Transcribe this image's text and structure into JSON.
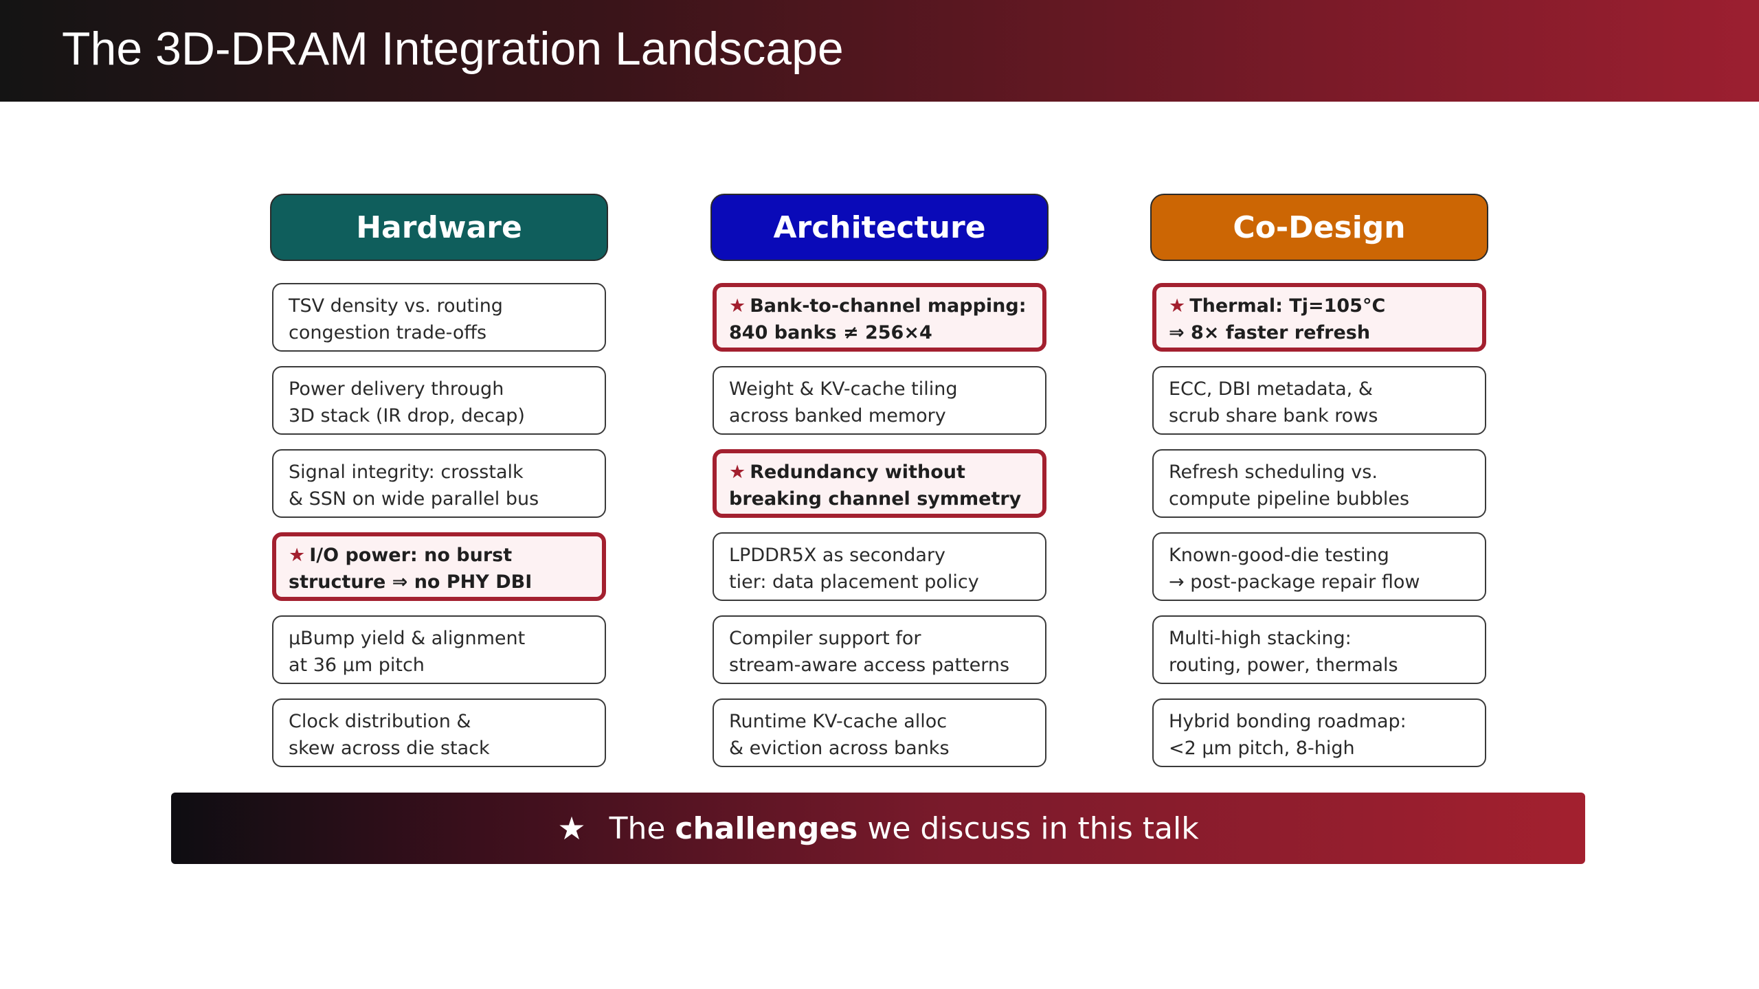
{
  "slide": {
    "title": "The 3D-DRAM Integration Landscape"
  },
  "colors": {
    "hardware": "#0f5e5c",
    "architecture": "#0a0ab8",
    "codesign": "#cc6604",
    "challenge_border": "#a3202f",
    "challenge_bg": "#fdf2f3"
  },
  "columns": [
    {
      "header": "Hardware",
      "items": [
        {
          "lines": [
            "TSV density vs. routing",
            "congestion trade-offs"
          ],
          "challenge": false
        },
        {
          "lines": [
            "Power delivery through",
            "3D stack (IR drop, decap)"
          ],
          "challenge": false
        },
        {
          "lines": [
            "Signal integrity: crosstalk",
            "& SSN on wide parallel bus"
          ],
          "challenge": false
        },
        {
          "lines": [
            "I/O power: no burst",
            "structure ⇒ no PHY DBI"
          ],
          "challenge": true
        },
        {
          "lines": [
            "µBump yield & alignment",
            "at 36 µm pitch"
          ],
          "challenge": false
        },
        {
          "lines": [
            "Clock distribution &",
            "skew across die stack"
          ],
          "challenge": false
        }
      ]
    },
    {
      "header": "Architecture",
      "items": [
        {
          "lines": [
            "Bank-to-channel mapping:",
            "840 banks ≠ 256×4"
          ],
          "challenge": true
        },
        {
          "lines": [
            "Weight & KV-cache tiling",
            "across banked memory"
          ],
          "challenge": false
        },
        {
          "lines": [
            "Redundancy without",
            "breaking channel symmetry"
          ],
          "challenge": true
        },
        {
          "lines": [
            "LPDDR5X as secondary",
            "tier: data placement policy"
          ],
          "challenge": false
        },
        {
          "lines": [
            "Compiler support for",
            "stream-aware access patterns"
          ],
          "challenge": false
        },
        {
          "lines": [
            "Runtime KV-cache alloc",
            "& eviction across banks"
          ],
          "challenge": false
        }
      ]
    },
    {
      "header": "Co-Design",
      "items": [
        {
          "lines": [
            "Thermal: Tj=105°C",
            "⇒ 8× faster refresh"
          ],
          "challenge": true
        },
        {
          "lines": [
            "ECC, DBI metadata, &",
            "scrub share bank rows"
          ],
          "challenge": false
        },
        {
          "lines": [
            "Refresh scheduling vs.",
            "compute pipeline bubbles"
          ],
          "challenge": false
        },
        {
          "lines": [
            "Known-good-die testing",
            "→ post-package repair flow"
          ],
          "challenge": false
        },
        {
          "lines": [
            "Multi-high stacking:",
            "routing, power, thermals"
          ],
          "challenge": false
        },
        {
          "lines": [
            "Hybrid bonding roadmap:",
            "<2 µm pitch, 8-high"
          ],
          "challenge": false
        }
      ]
    }
  ],
  "footer": {
    "star": "★",
    "text_before": "The ",
    "text_bold": "challenges",
    "text_after": " we discuss in this talk"
  },
  "challenge_marker": "★"
}
